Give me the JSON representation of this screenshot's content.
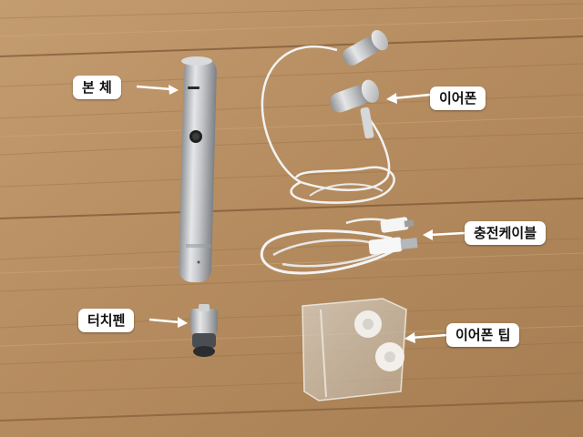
{
  "labels": {
    "body": "본 체",
    "earphones": "이어폰",
    "charging_cable": "충전케이블",
    "touch_pen": "터치펜",
    "ear_tips": "이어폰 팁"
  },
  "colors": {
    "label_background": "#ffffff",
    "label_text": "#111111",
    "arrow": "#ffffff",
    "wood": "#b99266",
    "wood_dark": "#8a6440",
    "device_silver": "#c7c9cc"
  }
}
